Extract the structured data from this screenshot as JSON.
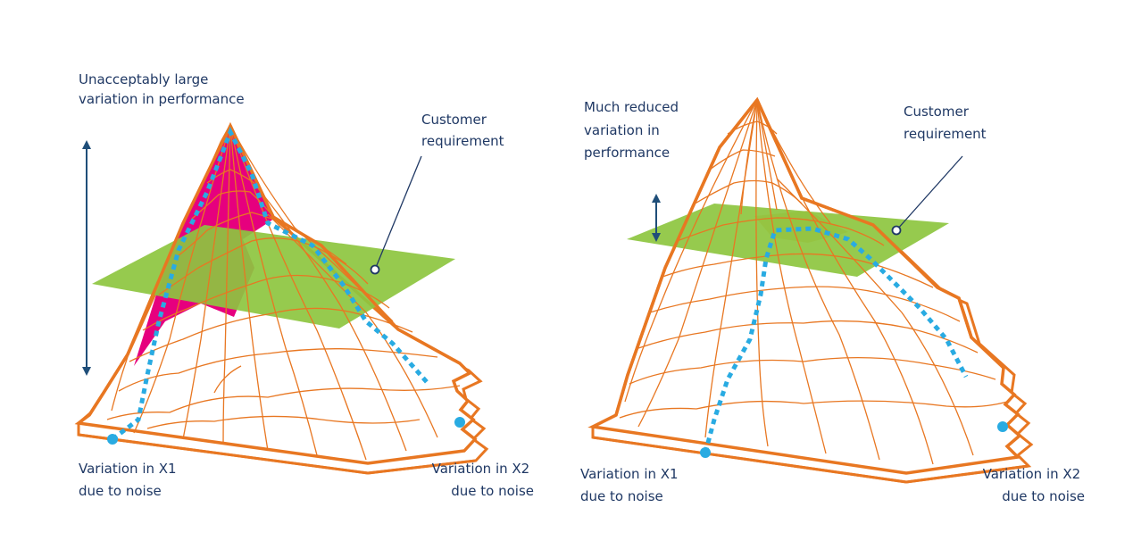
{
  "colors": {
    "mesh": "#E87722",
    "plane": "#8DC63F",
    "highlight_left": "#E6007E",
    "highlight_right": "#F3B36B",
    "path": "#29ABE2",
    "label": "#1F3864",
    "arrow": "#1F4E79",
    "background": "#FFFFFF"
  },
  "left_panel": {
    "variation_label": [
      "Unacceptably large",
      "variation in performance"
    ],
    "requirement_label": [
      "Customer",
      "requirement"
    ],
    "x1_label": [
      "Variation in X1",
      "due to noise"
    ],
    "x2_label": [
      "Variation in X2",
      "due to noise"
    ]
  },
  "right_panel": {
    "variation_label": [
      "Much reduced",
      "variation in",
      "performance"
    ],
    "requirement_label": [
      "Customer",
      "requirement"
    ],
    "x1_label": [
      "Variation in X1",
      "due to noise"
    ],
    "x2_label": [
      "Variation in X2",
      "due to noise"
    ]
  },
  "icons": {
    "variation_arrow": "double-headed-vertical-arrow",
    "requirement_marker": "open-circle-marker",
    "noise_marker": "filled-circle-marker"
  }
}
